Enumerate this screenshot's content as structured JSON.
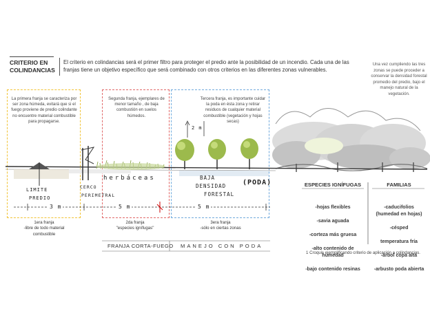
{
  "header": {
    "title": "CRITERIO EN COLINDANCIAS",
    "intro": "El criterio en colindancias será el primer filtro para proteger el predio ante la posibilidad de un incendio. Cada una de las franjas tiene un objetivo específico que será combinado con otros criterios en las diferentes zonas vulnerables.",
    "side_note": "Una vez cumpliendo las tres zonas se puede proceder a conservar la densidad forestal promedio del predio, bajo el manejo natural de la vegetación."
  },
  "zones": [
    {
      "box_text": "La primera franja se caracteriza por ser zona húmeda, evitará que si el fuego proviene de predio colindante no encuentre material combustible para propagarse.",
      "distance": "3 m",
      "caption_title": "1era franja",
      "caption_body": "-libre de todo material combustible",
      "color": "#f1c232"
    },
    {
      "box_text": "Segunda franja, ejemplares de menor tamaño , de baja combustión en suelos húmedos.",
      "distance": "5 m",
      "caption_title": "2da franja",
      "caption_body": "\"especies ignífugas\"",
      "color": "#e06666"
    },
    {
      "box_text": "Tercera franja, es importante cuidar la poda en ésta zona y retirar residuos de cualquier material combustible (vegetación y hojas secas)",
      "distance": "5 m",
      "caption_title": "3era franja",
      "caption_body": "-sólo en ciertas zonas",
      "color": "#6fa8dc"
    }
  ],
  "sketch_labels": {
    "limite": "LIMITE",
    "predio": "PREDIO",
    "cerco": "CERCO",
    "perimetral": "PERIMETRAL",
    "herbaceas": "herbáceas",
    "tree_height": "2 m",
    "baja": "BAJA",
    "densidad": "DENSIDAD",
    "forestal": "FORESTAL",
    "poda": "(PODA)"
  },
  "bands": {
    "franja": "FRANJA CORTA-FUEGO",
    "manejo": "MANEJO CON PODA"
  },
  "table": {
    "col1_header": "ESPECIES IGNÍFUGAS",
    "col1_items": [
      "-hojas flexibles",
      "-savia aguada",
      "-corteza más gruesa",
      "-alto contenido de humedad",
      "-bajo contenido resinas"
    ],
    "col2_header": "FAMILIAS",
    "col2_items": [
      "-caducifolios (humedad en hojas)",
      "-césped",
      "temperatura fría",
      "-árbol copa alta",
      "-arbusto poda abierta"
    ]
  },
  "footnote": "1 Croquis ejemplificando criterio de aplicación a colindancias."
}
